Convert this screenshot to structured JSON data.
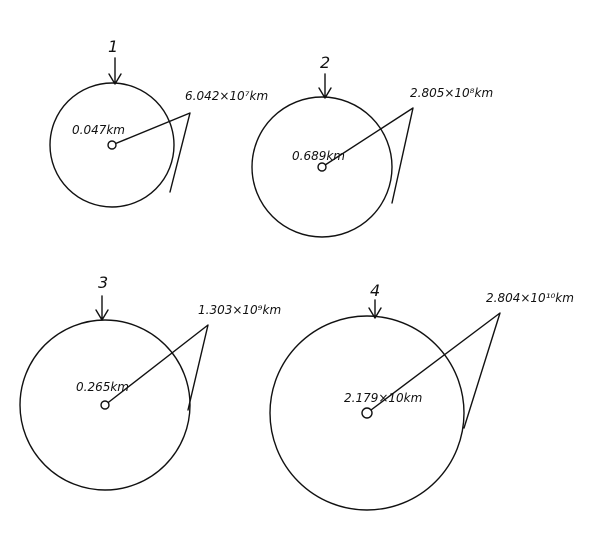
{
  "figures": [
    {
      "number": "1",
      "center_label": "0.047km",
      "radius_label": "6.042×10⁷km"
    },
    {
      "number": "2",
      "center_label": "0.689km",
      "radius_label": "2.805×10⁸km"
    },
    {
      "number": "3",
      "center_label": "0.265km",
      "radius_label": "1.303×10⁹km"
    },
    {
      "number": "4",
      "center_label": "2.179×10km",
      "radius_label": "2.804×10¹⁰km"
    }
  ]
}
